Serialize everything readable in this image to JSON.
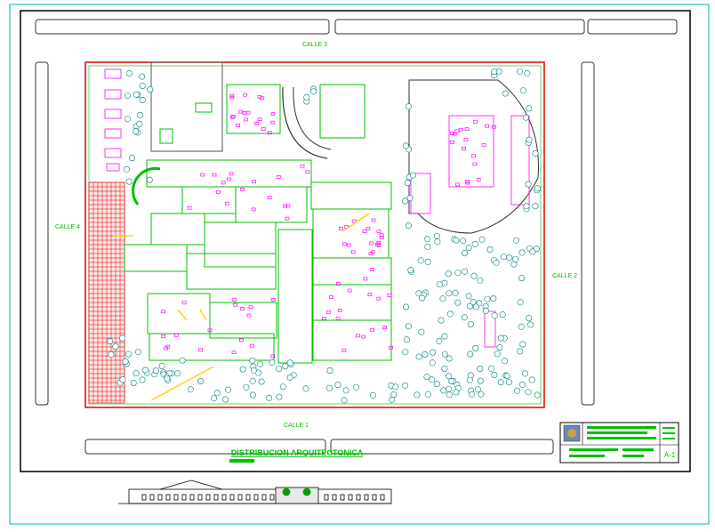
{
  "streets": {
    "north": "CALLE 3",
    "south": "CALLE 1",
    "west": "CALLE 4",
    "east": "CALLE 2"
  },
  "drawing_title": "DISTRIBUCION ARQUITECTONICA",
  "sheet_number": "A-1",
  "colors": {
    "frame": "#000000",
    "border": "#00b4b4",
    "walls": "#00c000",
    "furniture": "#ff00ff",
    "grid": "#e00000",
    "text": "#00c000",
    "accent": "#ffd400",
    "trees": "#008080"
  },
  "icons": {
    "seal": "institution-seal"
  }
}
